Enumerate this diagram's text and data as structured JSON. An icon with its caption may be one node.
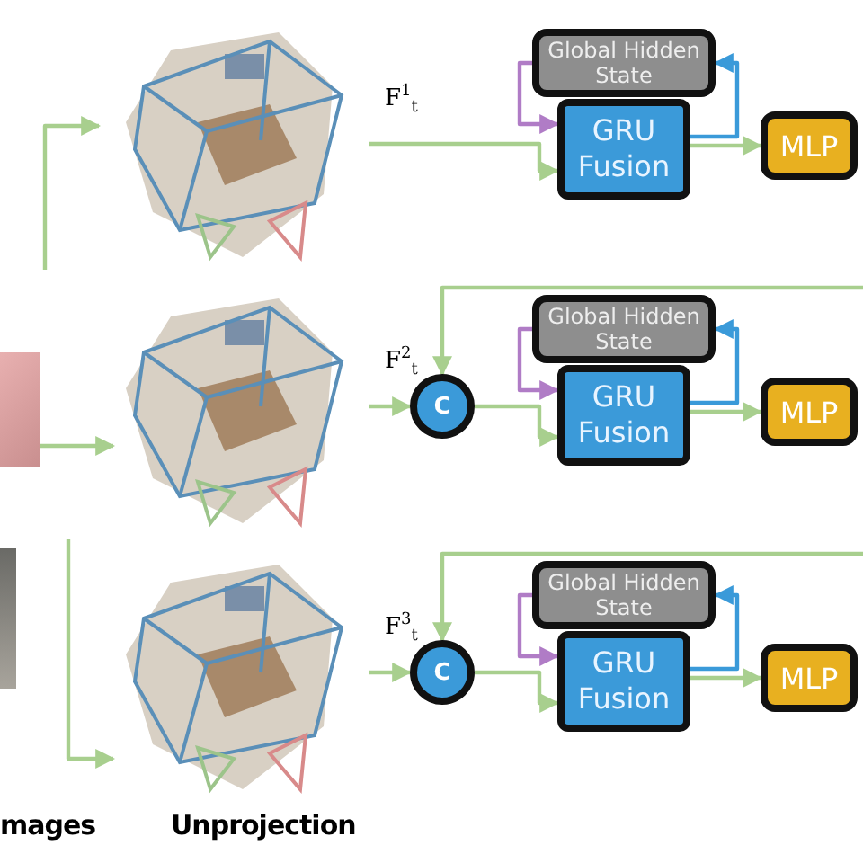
{
  "diagram": {
    "nodes": [
      {
        "text": [],
        "shape": "picture"
      },
      {
        "text": [
          "Global Hidden State"
        ]
      },
      {
        "text": [
          "GRU Fusion"
        ]
      },
      {
        "text": [
          "MLP"
        ]
      },
      {
        "text": [],
        "shape": "picture"
      },
      {
        "text": [],
        "shape": "picture"
      },
      {
        "text": [
          "C"
        ]
      },
      {
        "text": [
          "Global Hidden State"
        ]
      },
      {
        "text": [
          "GRU Fusion"
        ]
      },
      {
        "text": [
          "MLP"
        ]
      },
      {
        "text": [],
        "shape": "picture"
      },
      {
        "text": [],
        "shape": "picture"
      },
      {
        "text": [
          "C"
        ]
      },
      {
        "text": [
          "Global Hidden State"
        ]
      },
      {
        "text": [
          "GRU Fusion"
        ]
      },
      {
        "text": [
          "MLP"
        ]
      }
    ],
    "edges": [
      {
        "from": null,
        "to": 0,
        "arrow": "to"
      },
      {
        "from": 0,
        "to": 2,
        "arrow": "to",
        "label": "F$^{1}$$_{t}$"
      },
      {
        "from": 2,
        "to": 3,
        "arrow": "to"
      },
      {
        "from": 2,
        "to": 1,
        "arrow": "to",
        "color": "#3a9ad9"
      },
      {
        "from": 1,
        "to": 2,
        "arrow": "to",
        "color": "#b07cc6"
      },
      {
        "from": 4,
        "to": 5,
        "arrow": "to"
      },
      {
        "from": null,
        "to": 6,
        "arrow": "to"
      },
      {
        "from": 5,
        "to": 6,
        "arrow": "to",
        "label": "F$^{2}$$_{t}$"
      },
      {
        "from": 6,
        "to": 8,
        "arrow": "to"
      },
      {
        "from": 8,
        "to": 9,
        "arrow": "to"
      },
      {
        "from": 8,
        "to": 7,
        "arrow": "to",
        "color": "#3a9ad9"
      },
      {
        "from": 7,
        "to": 8,
        "arrow": "to",
        "color": "#b07cc6"
      },
      {
        "from": null,
        "to": 11,
        "arrow": "to"
      },
      {
        "from": null,
        "to": 12,
        "arrow": "to"
      },
      {
        "from": 11,
        "to": 12,
        "arrow": "to",
        "label": "F$^{3}$$_{t}$"
      },
      {
        "from": 12,
        "to": 14,
        "arrow": "to"
      },
      {
        "from": 14,
        "to": 15,
        "arrow": "to"
      },
      {
        "from": 14,
        "to": 13,
        "arrow": "to",
        "color": "#3a9ad9"
      },
      {
        "from": 13,
        "to": 14,
        "arrow": "to",
        "color": "#b07cc6"
      }
    ],
    "labels": [
      "mages",
      "Unprojection"
    ]
  }
}
